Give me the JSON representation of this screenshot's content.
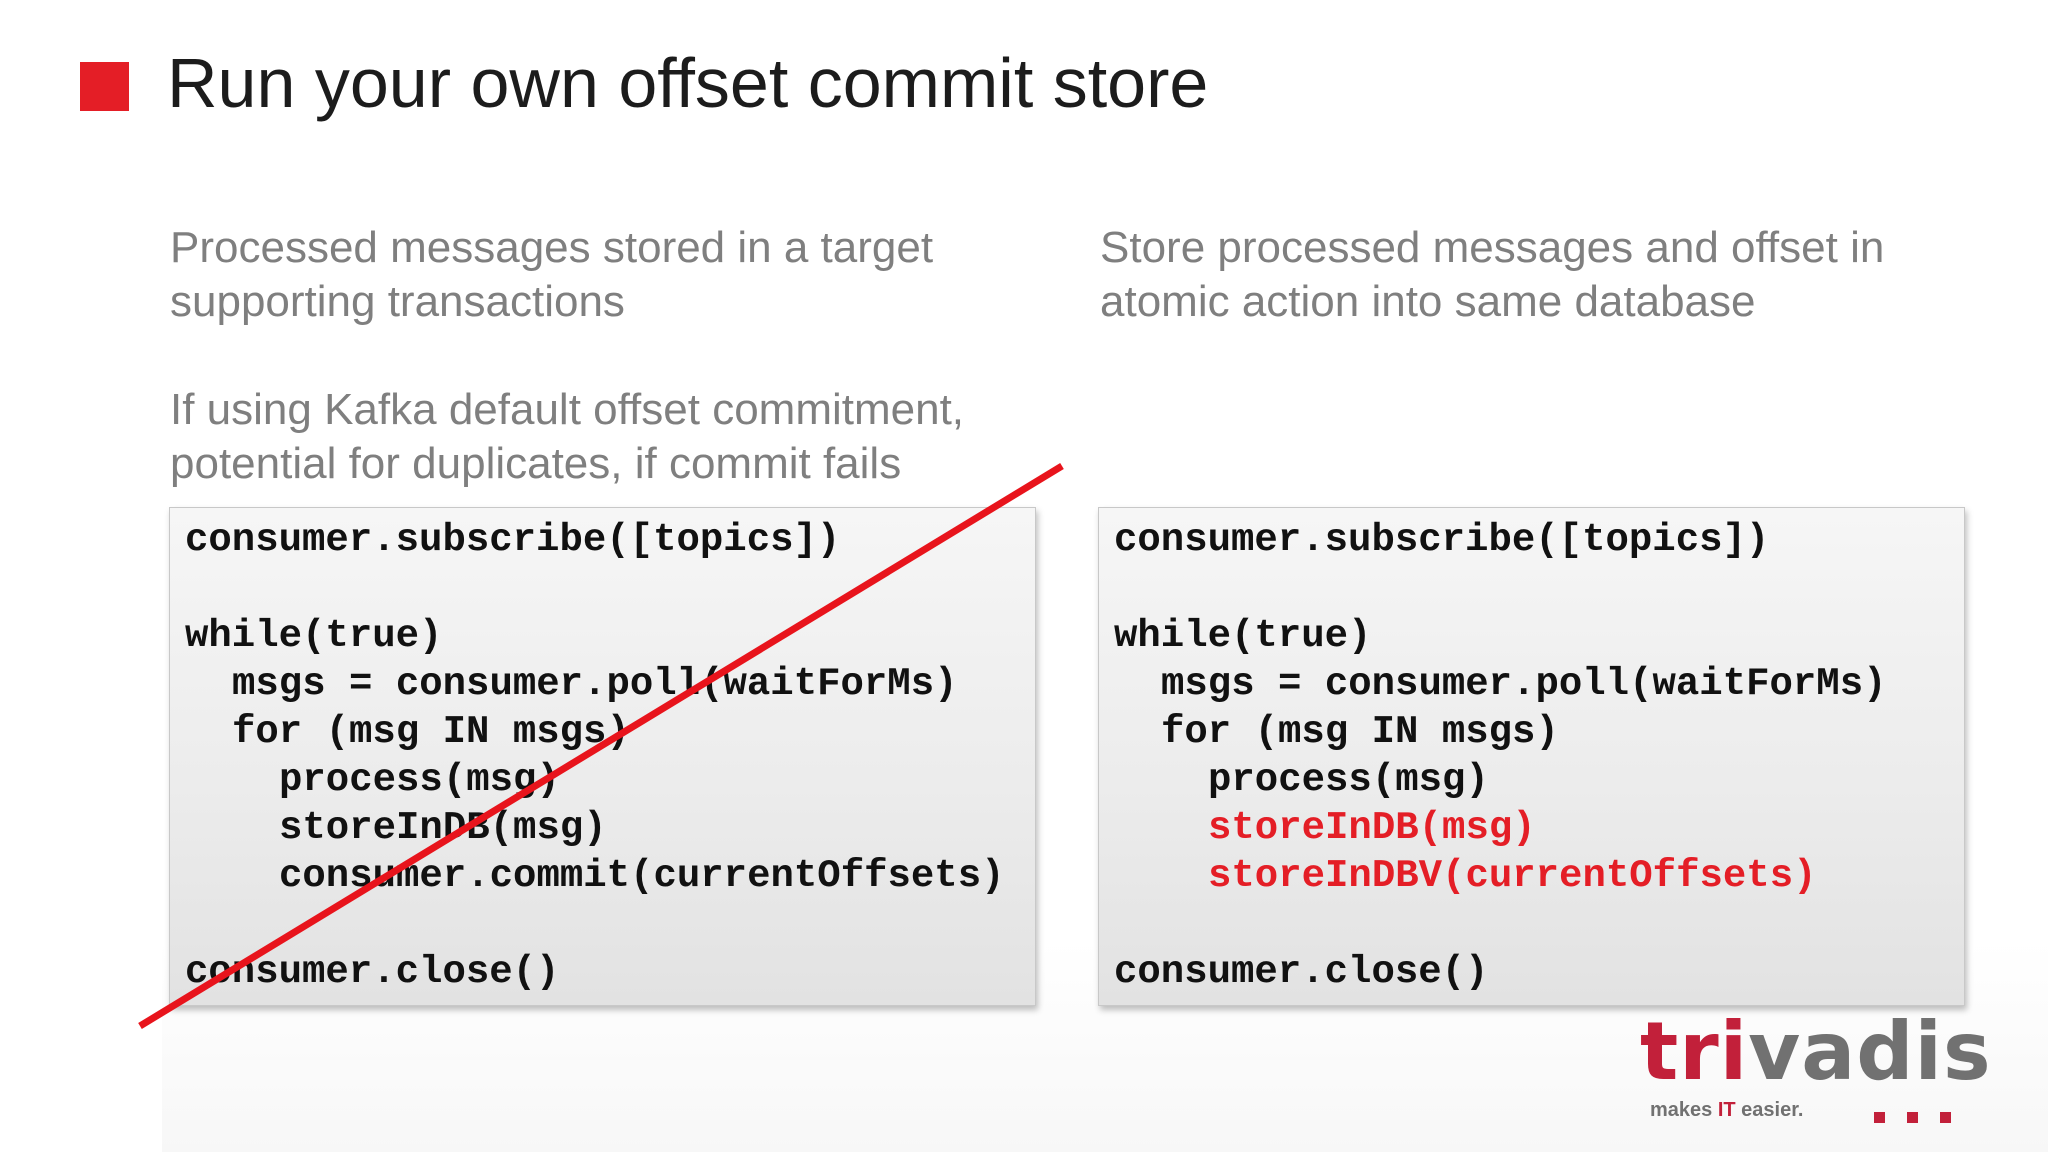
{
  "slide": {
    "title": "Run your own offset commit store",
    "accent_color": "#e41e26"
  },
  "left": {
    "paragraph_1": [
      "Processed messages stored in a target",
      "supporting transactions"
    ],
    "paragraph_2": [
      "If using Kafka default offset commitment,",
      "potential for duplicates, if commit fails"
    ],
    "code": [
      {
        "text": "consumer.subscribe([topics])",
        "indent": 0
      },
      {
        "text": "",
        "indent": 0
      },
      {
        "text": "while(true)",
        "indent": 0
      },
      {
        "text": "msgs = consumer.poll(waitForMs)",
        "indent": 1
      },
      {
        "text": "for (msg IN msgs)",
        "indent": 1
      },
      {
        "text": "process(msg)",
        "indent": 2
      },
      {
        "text": "storeInDB(msg)",
        "indent": 2
      },
      {
        "text": "consumer.commit(currentOffsets)",
        "indent": 2
      },
      {
        "text": "",
        "indent": 0
      },
      {
        "text": "consumer.close()",
        "indent": 0
      }
    ],
    "crossed_out": true
  },
  "right": {
    "paragraph_1": [
      "Store processed messages and offset in",
      "atomic action into same database"
    ],
    "code": [
      {
        "text": "consumer.subscribe([topics])",
        "indent": 0,
        "highlight": false
      },
      {
        "text": "",
        "indent": 0,
        "highlight": false
      },
      {
        "text": "while(true)",
        "indent": 0,
        "highlight": false
      },
      {
        "text": "msgs = consumer.poll(waitForMs)",
        "indent": 1,
        "highlight": false
      },
      {
        "text": "for (msg IN msgs)",
        "indent": 1,
        "highlight": false
      },
      {
        "text": "process(msg)",
        "indent": 2,
        "highlight": false
      },
      {
        "text": "storeInDB(msg)",
        "indent": 2,
        "highlight": true
      },
      {
        "text": "storeInDBV(currentOffsets)",
        "indent": 2,
        "highlight": true
      },
      {
        "text": "",
        "indent": 0,
        "highlight": false
      },
      {
        "text": "consumer.close()",
        "indent": 0,
        "highlight": false
      }
    ],
    "highlight_color": "#e41e26"
  },
  "logo": {
    "word_red_1": "t",
    "word_red_2": "ri",
    "word_gray": "vadis",
    "tagline_before": "makes ",
    "tagline_it": "IT",
    "tagline_after": " easier.",
    "brand_red": "#c2203a",
    "brand_gray": "#717171"
  }
}
